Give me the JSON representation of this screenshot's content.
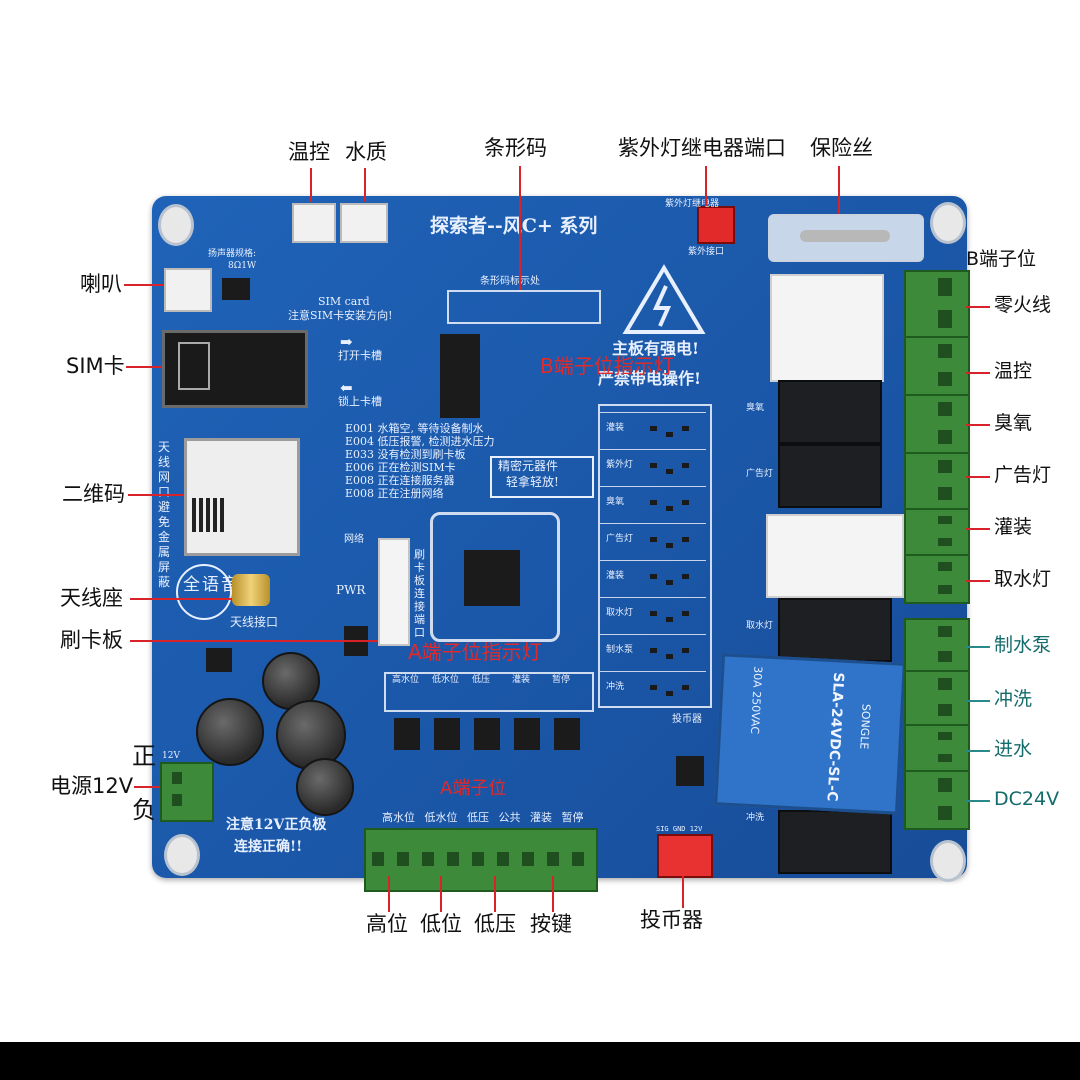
{
  "callouts": {
    "wenkong_top": "温控",
    "shuizhi": "水质",
    "tiaoxingma": "条形码",
    "ziwai_relay_port": "紫外灯继电器端口",
    "baoxiansi": "保险丝",
    "b_duanzi": "B端子位",
    "lingxian": "零火线",
    "wenkong_right": "温控",
    "chouyang": "臭氧",
    "guanggaodeng": "广告灯",
    "guanzhuang": "灌装",
    "qushuideng": "取水灯",
    "zhishuibeng": "制水泵",
    "chongxi": "冲洗",
    "jinshui": "进水",
    "dc24v": "DC24V",
    "laba": "喇叭",
    "simka": "SIM卡",
    "erweima": "二维码",
    "tianxianzuo": "天线座",
    "shuakaban": "刷卡板",
    "zheng": "正",
    "dianyuan": "电源12V",
    "fu": "负",
    "gaowei": "高位",
    "diwei": "低位",
    "diya": "低压",
    "anjian": "按键",
    "toubiqi": "投币器"
  },
  "board": {
    "title": "探索者--风C+ 系列",
    "barcode_label": "条形码标示处",
    "speaker_spec_title": "扬声器规格:",
    "speaker_spec_value": "8Ω1W",
    "uv_interface": "紫外接口",
    "uv_relay_text": "紫外灯继电器",
    "sim_card": "SIM card",
    "sim_note": "注意SIM卡安装方向!",
    "open_slot": "打开卡槽",
    "lock_slot": "锁上卡槽",
    "warning_line1": "主板有强电!",
    "warning_line2": "严禁带电操作!",
    "b_indicator_overlay": "B端子位指示灯",
    "errors": [
      "E001 水箱空, 等待设备制水",
      "E004 低压报警, 检测进水压力",
      "E033 没有检测到刷卡板",
      "E006 正在检测SIM卡",
      "E008 正在连接服务器",
      "E008 正在注册网络"
    ],
    "precision_note1": "精密元器件",
    "precision_note2": "轻拿轻放!",
    "side_text": "天线网口避免金属屏蔽",
    "full_voice": "全语音",
    "antenna_port": "天线接口",
    "pwr": "PWR",
    "network": "网络",
    "card_port_vertical": "刷卡板连接端口",
    "a_indicator_overlay": "A端子位指示灯",
    "a_terminal_overlay": "A端子位",
    "a_labels": [
      "高水位",
      "低水位",
      "低压",
      "灌装",
      "暂停"
    ],
    "bottom_labels": [
      "高水位",
      "低水位",
      "低压",
      "公共",
      "灌装",
      "暂停"
    ],
    "b_led_labels": [
      "灌装",
      "紫外灯",
      "臭氧",
      "广告灯",
      "灌装",
      "取水灯",
      "制水泵",
      "冲洗"
    ],
    "relay_side_labels": [
      "臭氧",
      "广告灯",
      "取水灯",
      "冲洗"
    ],
    "coin_label": "投币器",
    "coin_pins": "SIG GND 12V",
    "power_label": "12V",
    "power_note1": "注意12V正负极",
    "power_note2": "连接正确!!",
    "relay_brand": "SONGLE",
    "relay_model": "SLA-24VDC-SL-C",
    "relay_spec": "30A 250VAC"
  },
  "colors": {
    "board": "#1b57a8",
    "callout_line": "#d8232a",
    "terminal_green": "#3c8a3a",
    "teal_label": "#146b6b",
    "overlay_red": "#e12a2a"
  }
}
